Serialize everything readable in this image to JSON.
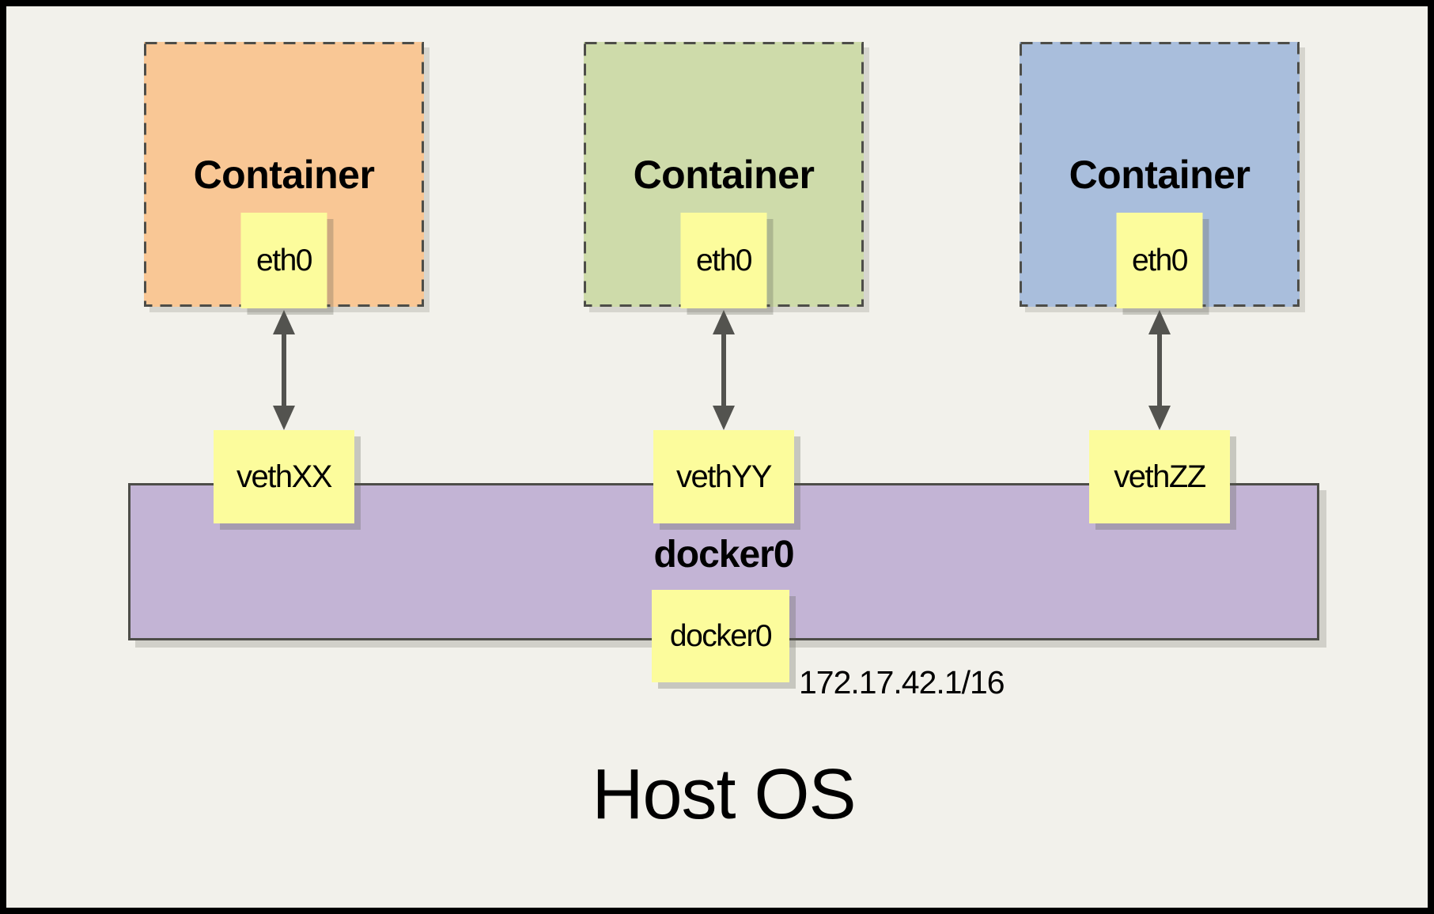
{
  "colors": {
    "page-bg": "#F2F1EB",
    "frame": "#000000",
    "container-orange": "#F9C795",
    "container-green": "#CEDBAA",
    "container-blue": "#A9BEDC",
    "note-yellow": "#FCFC9C",
    "bridge-purple": "#C3B4D5",
    "line": "#4D4D48",
    "arrow": "#53534F",
    "ink": "#000000"
  },
  "containers": [
    {
      "title": "Container",
      "interface": "eth0",
      "veth": "vethXX"
    },
    {
      "title": "Container",
      "interface": "eth0",
      "veth": "vethYY"
    },
    {
      "title": "Container",
      "interface": "eth0",
      "veth": "vethZZ"
    }
  ],
  "bridge": {
    "title": "docker0",
    "interface": "docker0",
    "ip": "172.17.42.1/16"
  },
  "host": {
    "title": "Host OS"
  }
}
